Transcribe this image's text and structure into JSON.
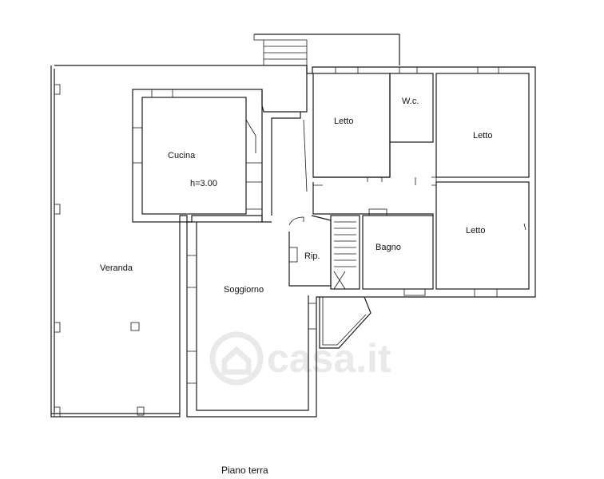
{
  "plan": {
    "caption": "Piano terra",
    "watermark": "casa.it",
    "rooms": {
      "veranda": "Veranda",
      "cucina": "Cucina",
      "cucina_height": "h=3.00",
      "soggiorno": "Soggiorno",
      "rip": "Rip.",
      "letto_1": "Letto",
      "wc": "W.c.",
      "letto_2": "Letto",
      "bagno": "Bagno",
      "letto_3": "Letto"
    }
  },
  "colors": {
    "wall": "#1a1a1a",
    "background": "#ffffff",
    "watermark": "#e9e9e9"
  }
}
